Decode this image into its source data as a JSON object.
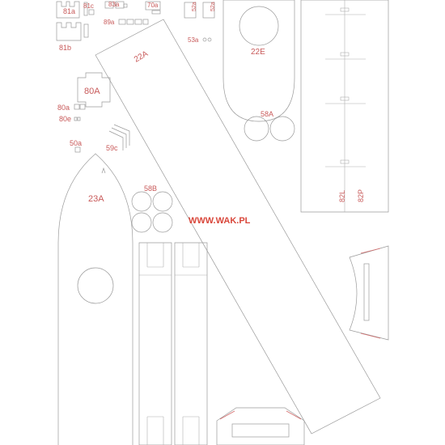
{
  "sheet": {
    "watermark": "WWW.WAK.PL",
    "accent_color": "#d9473b",
    "line_color": "#9a9a9a",
    "label_color": "#c85a5a"
  },
  "labels": {
    "p81a": "81a",
    "p81b": "81b",
    "p81c": "81c",
    "p83a": "83a",
    "p70a": "70a",
    "p89a": "89a",
    "p52a": "52a",
    "p52b": "52a",
    "p53": "53a",
    "p22a": "22A",
    "p22e": "22E",
    "p80a_main": "80A",
    "p80a_small": "80a",
    "p80e": "80e",
    "p50a": "50a",
    "p59c": "59c",
    "p58a": "58A",
    "p23a": "23A",
    "p58b": "58B",
    "p82l": "82L",
    "p82p": "82P"
  }
}
